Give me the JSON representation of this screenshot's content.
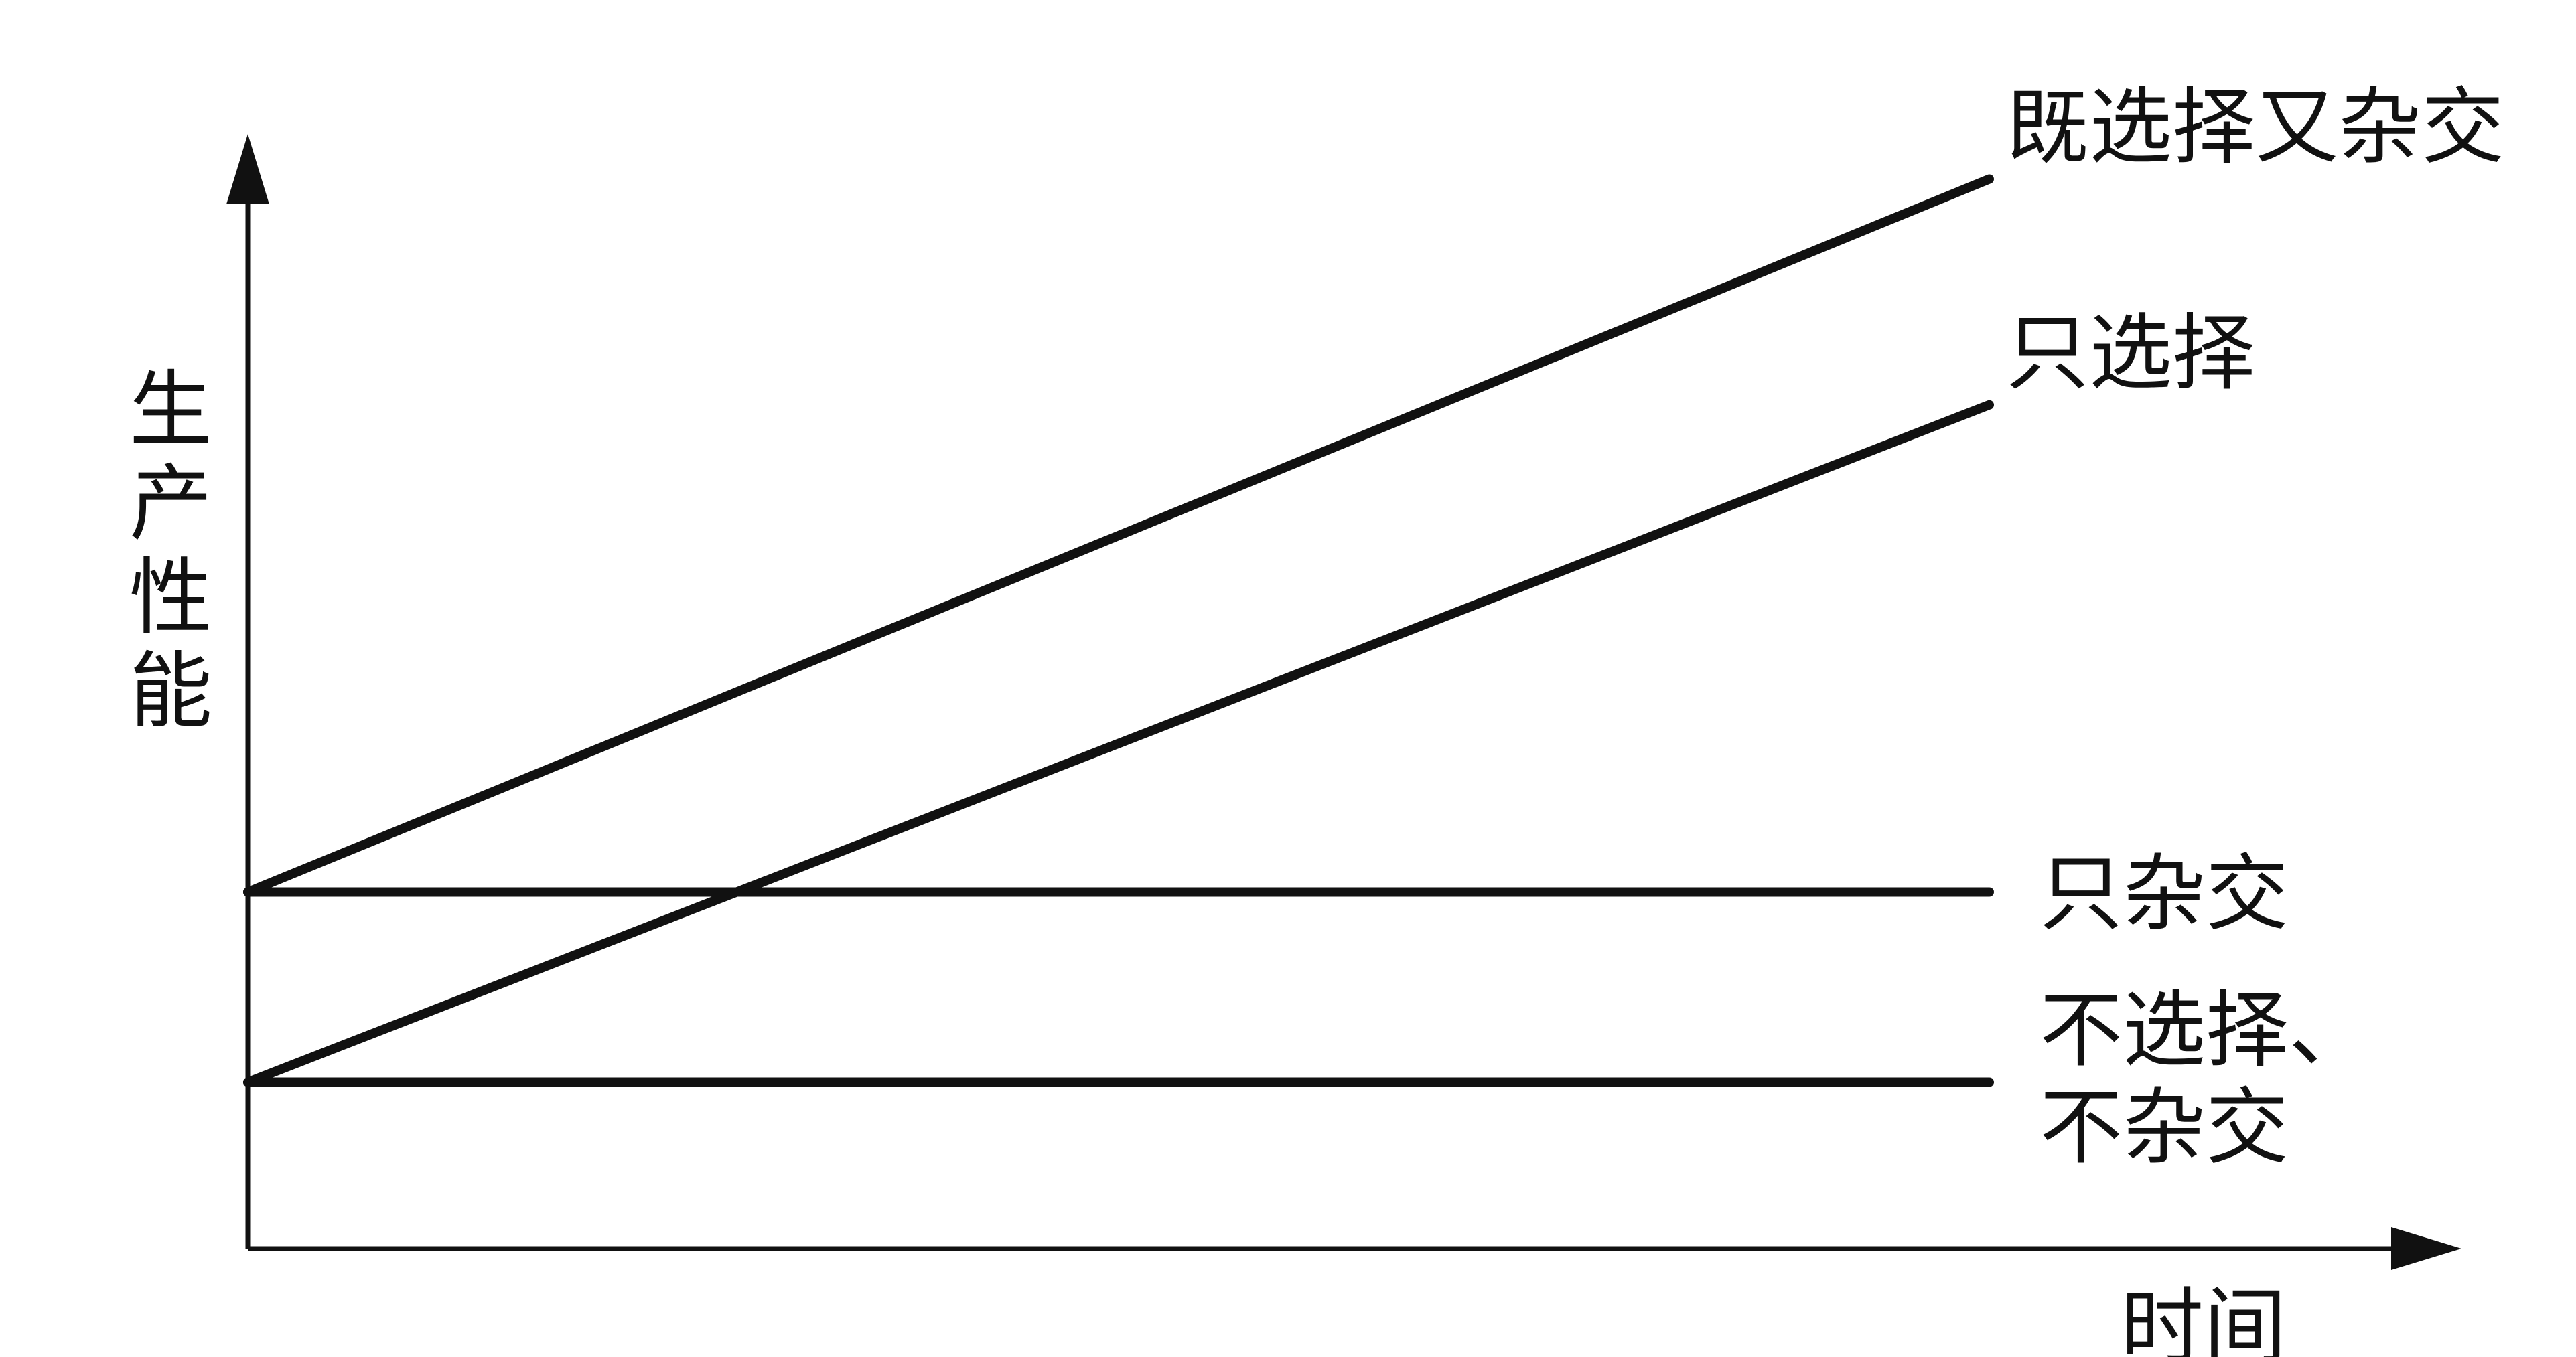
{
  "chart_data": {
    "type": "line",
    "title": "",
    "xlabel": "时间",
    "ylabel": "生产性能",
    "x": [
      0,
      1
    ],
    "xlim": [
      0,
      1.25
    ],
    "ylim": [
      0,
      1
    ],
    "grid": false,
    "legend": "inline-right",
    "colors": {
      "line": "#111111",
      "background": "#ffffff"
    },
    "series": [
      {
        "name": "既选择又杂交",
        "values": [
          0.3,
          0.9
        ],
        "label_lines": [
          "既选择又杂交"
        ]
      },
      {
        "name": "只选择",
        "values": [
          0.14,
          0.71
        ],
        "label_lines": [
          "只选择"
        ]
      },
      {
        "name": "只杂交",
        "values": [
          0.3,
          0.3
        ],
        "label_lines": [
          "只杂交"
        ]
      },
      {
        "name": "不选择、不杂交",
        "values": [
          0.14,
          0.14
        ],
        "label_lines": [
          "不选择、",
          "不杂交"
        ]
      }
    ]
  }
}
